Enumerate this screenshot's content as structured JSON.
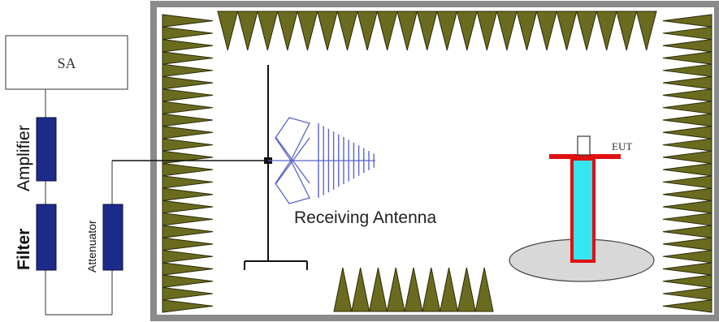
{
  "labels": {
    "sa": "SA",
    "amplifier": "Amplifier",
    "filter": "Filter",
    "attenuator": "Attenuator",
    "receiving_antenna": "Receiving Antenna",
    "eut": "EUT"
  },
  "colors": {
    "absorber_fill": "#6b6b1f",
    "absorber_stroke": "#2a2a08",
    "chamber_wall": "#8a8a8a",
    "component_fill": "#1c2a8a",
    "antenna_blue": "#5a64c8",
    "eut_red": "#e01010",
    "eut_cyan": "#33e6f0",
    "turntable": "#d8d8d8"
  },
  "icons": {
    "absorber": "pyramid-absorber-icon",
    "antenna": "log-periodic-antenna-icon"
  }
}
